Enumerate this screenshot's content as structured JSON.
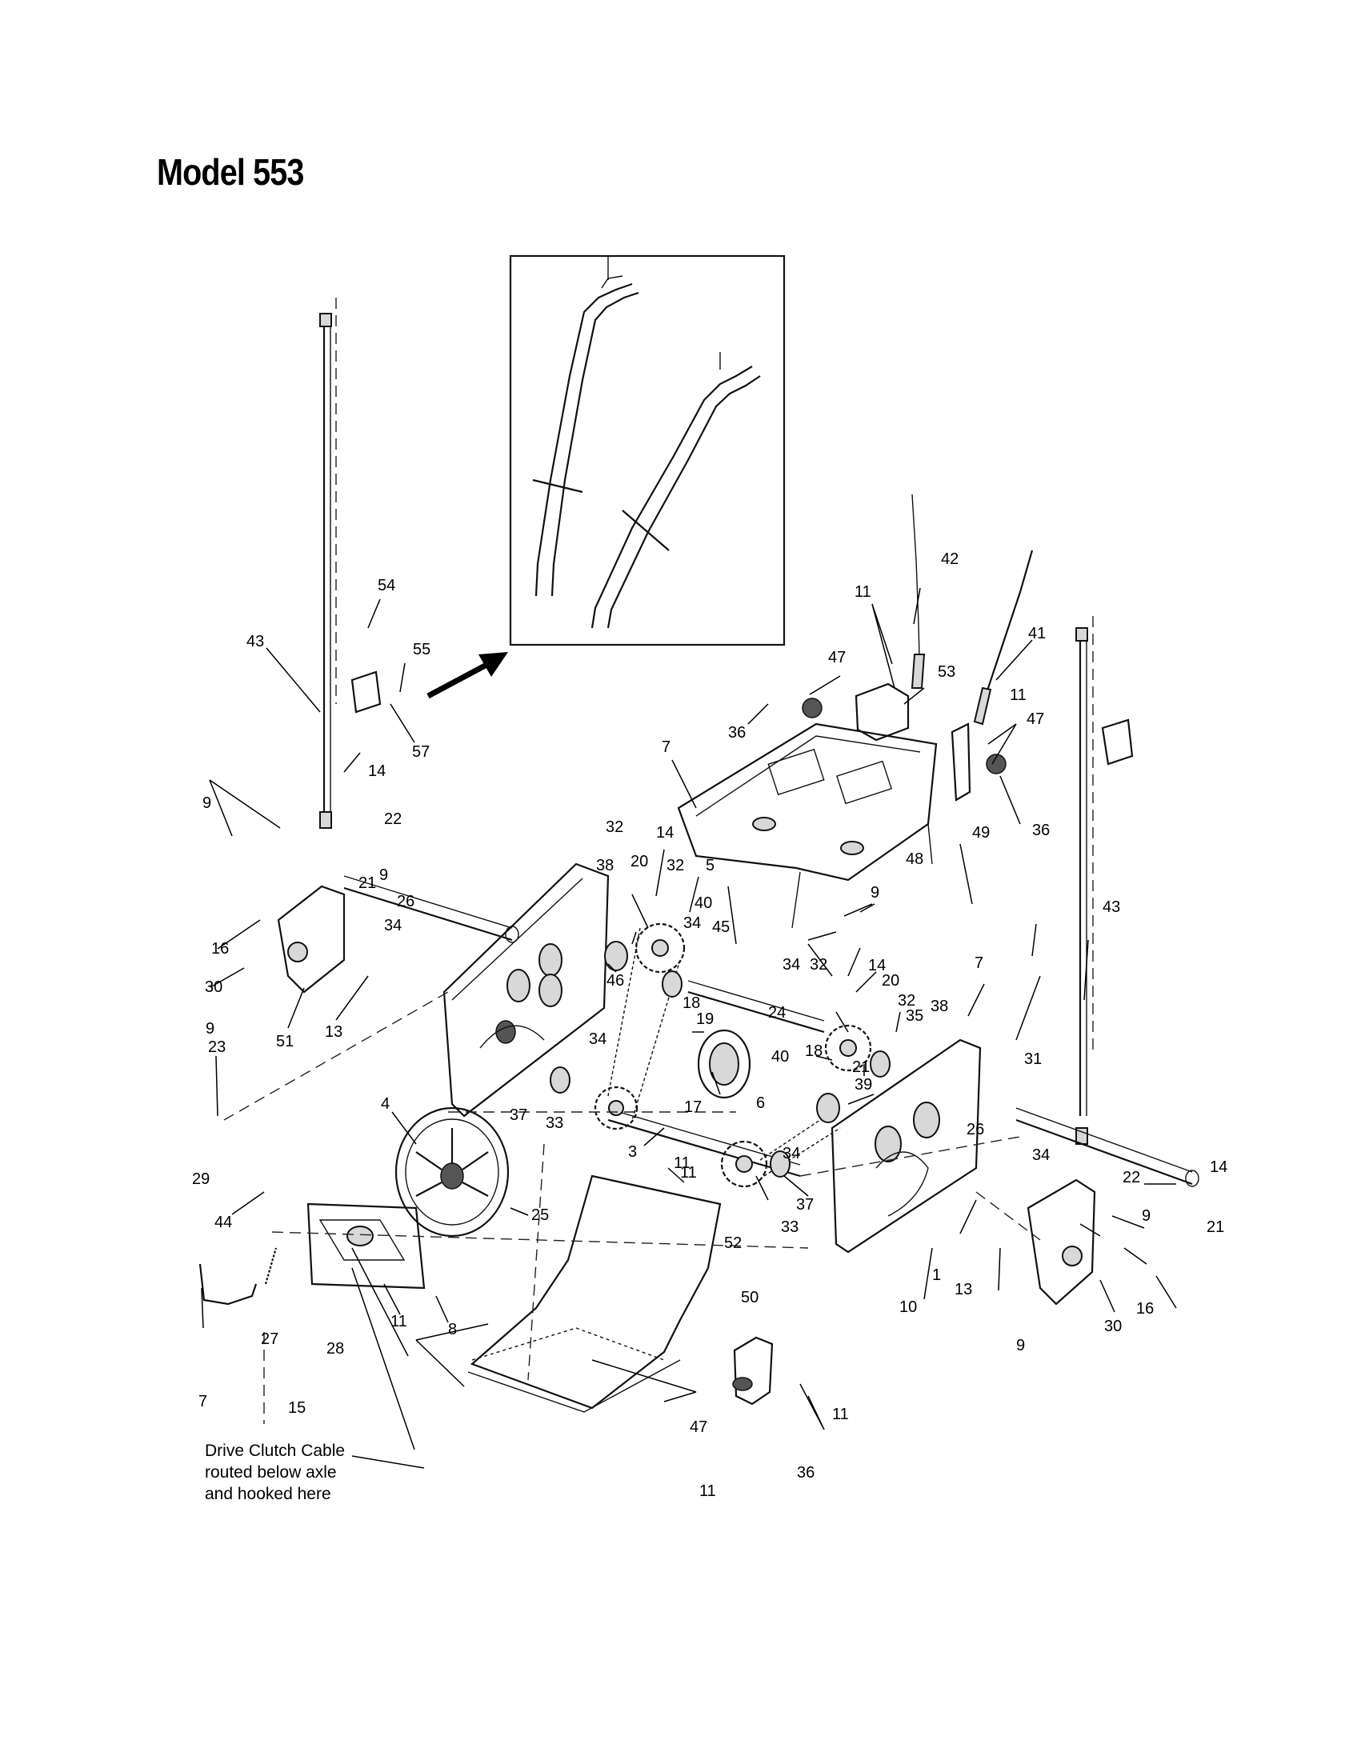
{
  "title": "Model 553",
  "note": {
    "lines": [
      "Drive Clutch Cable",
      "routed below axle",
      "and hooked here"
    ]
  },
  "callouts": [
    {
      "id": "c54a",
      "text": "54"
    },
    {
      "id": "c43a",
      "text": "43"
    },
    {
      "id": "c55a",
      "text": "55"
    },
    {
      "id": "c57a",
      "text": "57"
    },
    {
      "id": "c14a",
      "text": "14"
    },
    {
      "id": "c22a",
      "text": "22"
    },
    {
      "id": "c9a",
      "text": "9"
    },
    {
      "id": "c21a",
      "text": "21"
    },
    {
      "id": "c9b",
      "text": "9"
    },
    {
      "id": "c26a",
      "text": "26"
    },
    {
      "id": "c34a",
      "text": "34"
    },
    {
      "id": "c16a",
      "text": "16"
    },
    {
      "id": "c30a",
      "text": "30"
    },
    {
      "id": "c9c",
      "text": "9"
    },
    {
      "id": "c51a",
      "text": "51"
    },
    {
      "id": "c13a",
      "text": "13"
    },
    {
      "id": "c23a",
      "text": "23"
    },
    {
      "id": "c4a",
      "text": "4"
    },
    {
      "id": "c29a",
      "text": "29"
    },
    {
      "id": "c44a",
      "text": "44"
    },
    {
      "id": "c25a",
      "text": "25"
    },
    {
      "id": "c8a",
      "text": "8"
    },
    {
      "id": "c27a",
      "text": "27"
    },
    {
      "id": "c28a",
      "text": "28"
    },
    {
      "id": "c7a",
      "text": "7"
    },
    {
      "id": "c15a",
      "text": "15"
    },
    {
      "id": "c11a",
      "text": "11"
    },
    {
      "id": "c11b",
      "text": "11"
    },
    {
      "id": "c52a",
      "text": "52"
    },
    {
      "id": "c50a",
      "text": "50"
    },
    {
      "id": "c47a",
      "text": "47"
    },
    {
      "id": "c11c",
      "text": "11"
    },
    {
      "id": "c11d",
      "text": "11"
    },
    {
      "id": "c36a",
      "text": "36"
    },
    {
      "id": "c42a",
      "text": "42"
    },
    {
      "id": "c11e",
      "text": "11"
    },
    {
      "id": "c41a",
      "text": "41"
    },
    {
      "id": "c47b",
      "text": "47"
    },
    {
      "id": "c53a",
      "text": "53"
    },
    {
      "id": "c11f",
      "text": "11"
    },
    {
      "id": "c47c",
      "text": "47"
    },
    {
      "id": "c36b",
      "text": "36"
    },
    {
      "id": "c7b",
      "text": "7"
    },
    {
      "id": "c49a",
      "text": "49"
    },
    {
      "id": "c36c",
      "text": "36"
    },
    {
      "id": "c14b",
      "text": "14"
    },
    {
      "id": "c32a",
      "text": "32"
    },
    {
      "id": "c38a",
      "text": "38"
    },
    {
      "id": "c20a",
      "text": "20"
    },
    {
      "id": "c32b",
      "text": "32"
    },
    {
      "id": "c5a",
      "text": "5"
    },
    {
      "id": "c48a",
      "text": "48"
    },
    {
      "id": "c9d",
      "text": "9"
    },
    {
      "id": "c43b",
      "text": "43"
    },
    {
      "id": "c40a",
      "text": "40"
    },
    {
      "id": "c34b",
      "text": "34"
    },
    {
      "id": "c45a",
      "text": "45"
    },
    {
      "id": "c46a",
      "text": "46"
    },
    {
      "id": "c18a",
      "text": "18"
    },
    {
      "id": "c34c",
      "text": "34"
    },
    {
      "id": "c32c",
      "text": "32"
    },
    {
      "id": "c14c",
      "text": "14"
    },
    {
      "id": "c20b",
      "text": "20"
    },
    {
      "id": "c7c",
      "text": "7"
    },
    {
      "id": "c19a",
      "text": "19"
    },
    {
      "id": "c24a",
      "text": "24"
    },
    {
      "id": "c32d",
      "text": "32"
    },
    {
      "id": "c35a",
      "text": "35"
    },
    {
      "id": "c38b",
      "text": "38"
    },
    {
      "id": "c34d",
      "text": "34"
    },
    {
      "id": "c40b",
      "text": "40"
    },
    {
      "id": "c18b",
      "text": "18"
    },
    {
      "id": "c21b",
      "text": "21"
    },
    {
      "id": "c31a",
      "text": "31"
    },
    {
      "id": "c37a",
      "text": "37"
    },
    {
      "id": "c33a",
      "text": "33"
    },
    {
      "id": "c17a",
      "text": "17"
    },
    {
      "id": "c6a",
      "text": "6"
    },
    {
      "id": "c39a",
      "text": "39"
    },
    {
      "id": "c3a",
      "text": "3"
    },
    {
      "id": "c11g",
      "text": "11"
    },
    {
      "id": "c34e",
      "text": "34"
    },
    {
      "id": "c26b",
      "text": "26"
    },
    {
      "id": "c34f",
      "text": "34"
    },
    {
      "id": "c14d",
      "text": "14"
    },
    {
      "id": "c22b",
      "text": "22"
    },
    {
      "id": "c37b",
      "text": "37"
    },
    {
      "id": "c33b",
      "text": "33"
    },
    {
      "id": "c9e",
      "text": "9"
    },
    {
      "id": "c21c",
      "text": "21"
    },
    {
      "id": "c1a",
      "text": "1"
    },
    {
      "id": "c13b",
      "text": "13"
    },
    {
      "id": "c10a",
      "text": "10"
    },
    {
      "id": "c16b",
      "text": "16"
    },
    {
      "id": "c30b",
      "text": "30"
    },
    {
      "id": "c9f",
      "text": "9"
    }
  ]
}
